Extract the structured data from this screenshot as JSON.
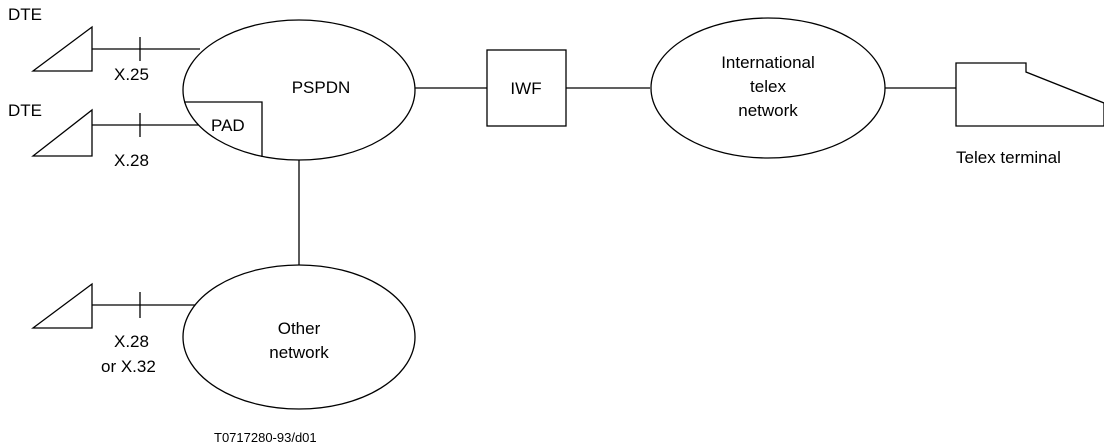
{
  "terminals": {
    "dte_top": "DTE",
    "dte_middle": "DTE"
  },
  "interfaces": {
    "x25": "X.25",
    "x28": "X.28",
    "x28_line1": "X.28",
    "x28_line2": "or X.32"
  },
  "nodes": {
    "pspdn": "PSPDN",
    "pad": "PAD",
    "iwf": "IWF",
    "telex_line1": "International",
    "telex_line2": "telex",
    "telex_line3": "network",
    "other_line1": "Other",
    "other_line2": "network"
  },
  "telex_terminal": "Telex terminal",
  "figure_id": "T0717280-93/d01"
}
